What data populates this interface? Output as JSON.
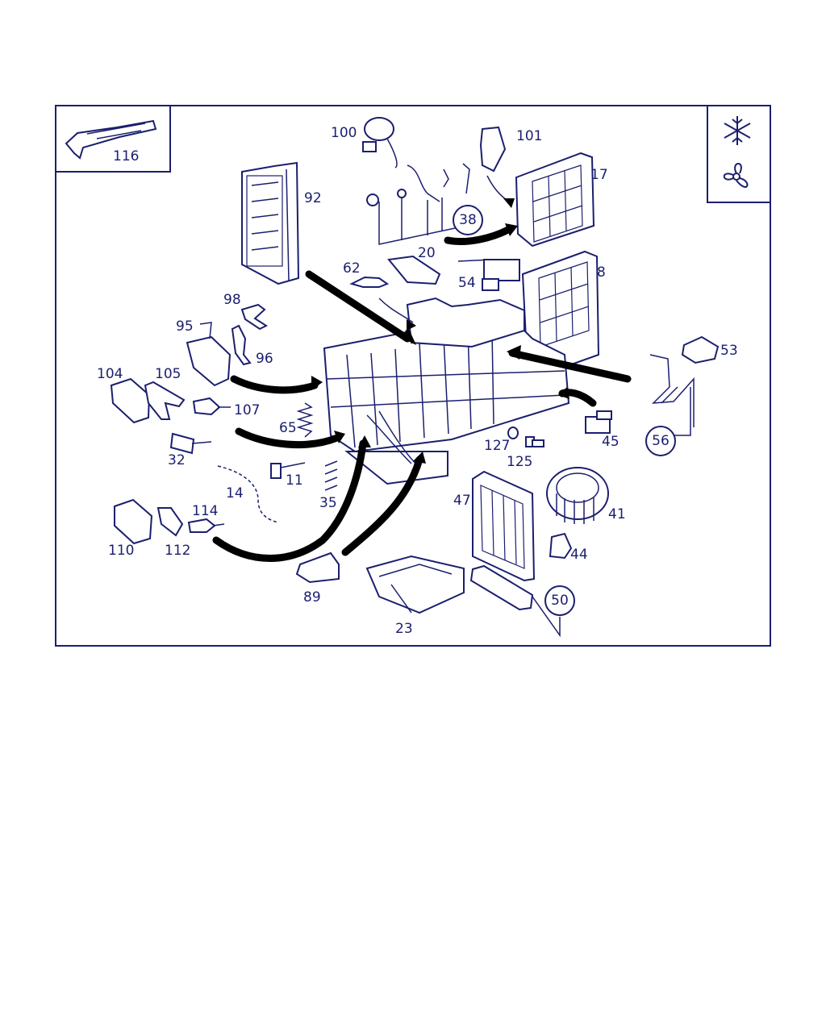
{
  "diagram": {
    "labels": {
      "116": "116",
      "100": "100",
      "101": "101",
      "17": "17",
      "92": "92",
      "20": "20",
      "62": "62",
      "54": "54",
      "8": "8",
      "98": "98",
      "95": "95",
      "96": "96",
      "53": "53",
      "104": "104",
      "105": "105",
      "107": "107",
      "65": "65",
      "127": "127",
      "125": "125",
      "45": "45",
      "32": "32",
      "14": "14",
      "11": "11",
      "35": "35",
      "47": "47",
      "41": "41",
      "114": "114",
      "110": "110",
      "112": "112",
      "44": "44",
      "89": "89",
      "23": "23"
    },
    "callouts": {
      "38": "38",
      "56": "56",
      "50": "50"
    },
    "icons": [
      "snowflake-icon",
      "fan-icon"
    ],
    "colors": {
      "line": "#1b1f6e",
      "arrow": "#000000",
      "background": "#ffffff"
    }
  }
}
